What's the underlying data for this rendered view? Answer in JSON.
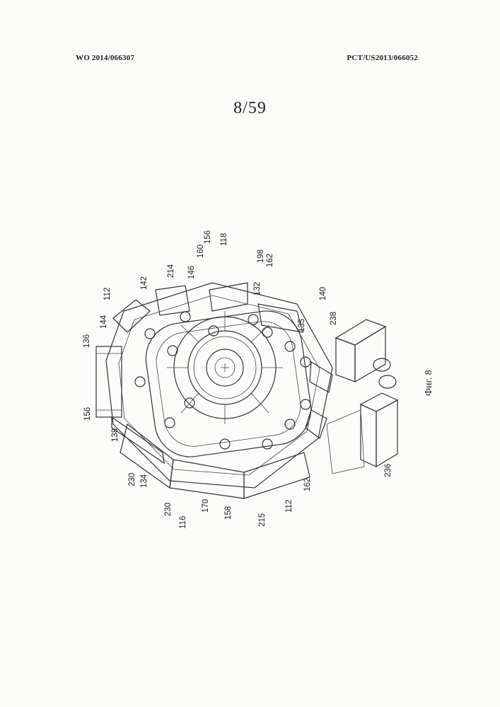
{
  "header": {
    "publication_number": "WO 2014/066307",
    "application_number": "PCT/US2013/066052"
  },
  "sheet_number": "8/59",
  "figure": {
    "caption": "Фиг. 8",
    "reference_labels": {
      "r112a": "112",
      "r144": "144",
      "r142": "142",
      "r214": "214",
      "r146": "146",
      "r160": "160",
      "r156a": "156",
      "r118": "118",
      "r198": "198",
      "r162a": "162",
      "r132": "132",
      "r140": "140",
      "r135": "135",
      "r238": "238",
      "r136": "136",
      "r156b": "156",
      "r138": "138",
      "r230a": "230",
      "r134": "134",
      "r230b": "230",
      "r116": "116",
      "r170": "170",
      "r158": "158",
      "r215": "215",
      "r112b": "112",
      "r162b": "162",
      "r236": "236"
    }
  }
}
